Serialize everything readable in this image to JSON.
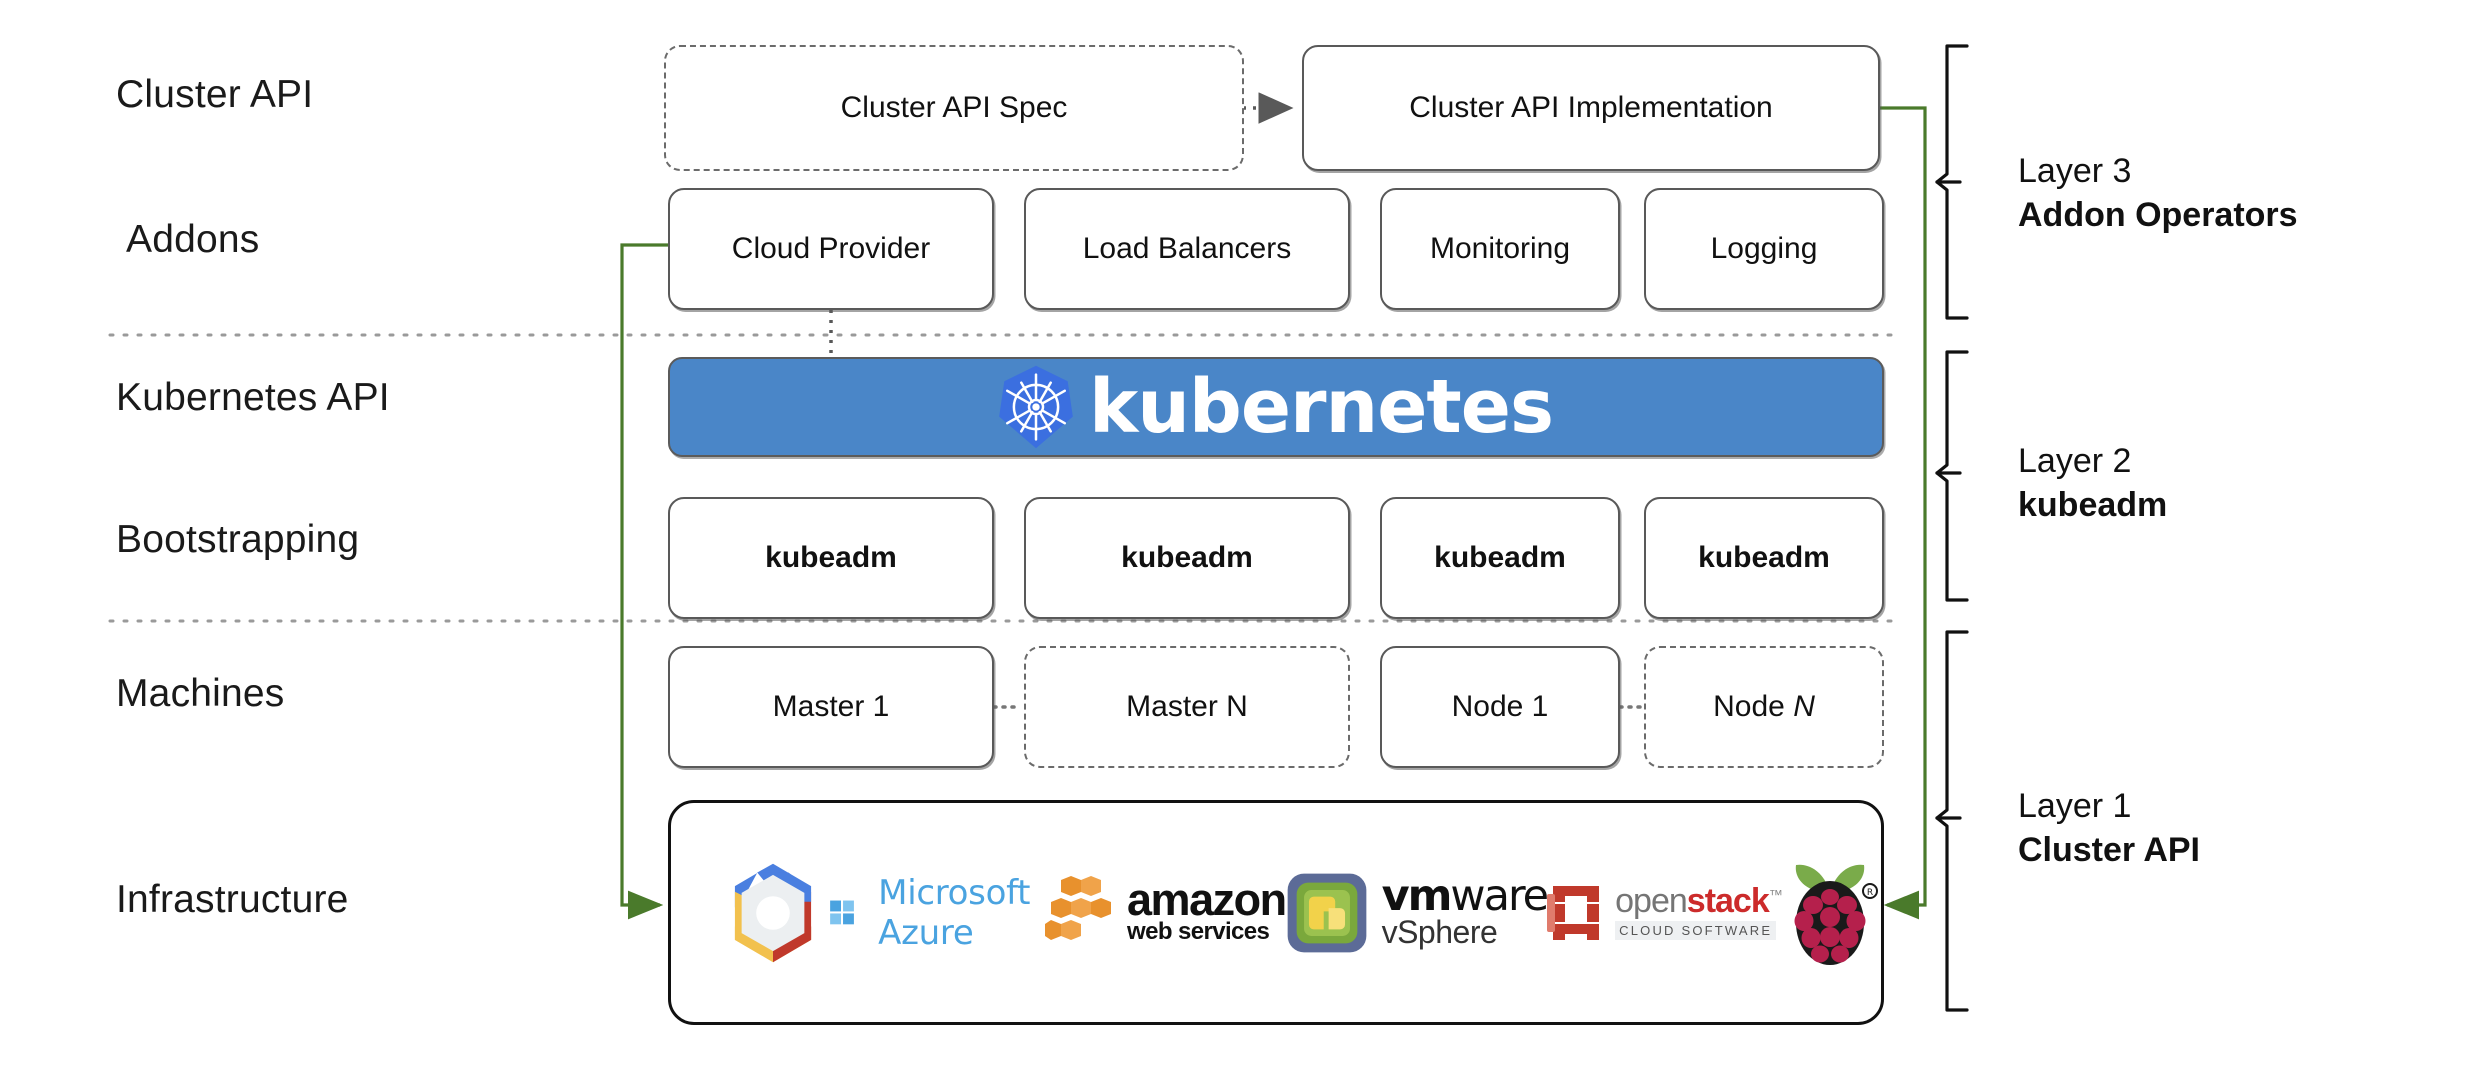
{
  "diagram": {
    "title": "Kubernetes Cluster API layered architecture",
    "colors": {
      "kubernetes_blue": "#4a86c8",
      "kubernetes_logo_blue": "#3b6fe0",
      "arrow_green": "#4a7a2b",
      "box_border": "#595959",
      "divider": "#9a9a9a"
    }
  },
  "row_labels": [
    {
      "id": "cluster-api",
      "text": "Cluster API"
    },
    {
      "id": "addons",
      "text": "Addons"
    },
    {
      "id": "kubernetes-api",
      "text": "Kubernetes API"
    },
    {
      "id": "bootstrapping",
      "text": "Bootstrapping"
    },
    {
      "id": "machines",
      "text": "Machines"
    },
    {
      "id": "infrastructure",
      "text": "Infrastructure"
    }
  ],
  "cluster_api_row": [
    {
      "id": "cluster-api-spec",
      "label": "Cluster API Spec",
      "style": "dashed"
    },
    {
      "id": "cluster-api-implementation",
      "label": "Cluster API Implementation",
      "style": "solid"
    }
  ],
  "addons_row": [
    {
      "id": "cloud-provider",
      "label": "Cloud Provider"
    },
    {
      "id": "load-balancers",
      "label": "Load Balancers"
    },
    {
      "id": "monitoring",
      "label": "Monitoring"
    },
    {
      "id": "logging",
      "label": "Logging"
    }
  ],
  "kubernetes_banner": {
    "wordmark": "kubernetes",
    "logo_name": "kubernetes-helm-wheel-logo"
  },
  "bootstrapping_row": [
    {
      "id": "kubeadm-1",
      "label": "kubeadm"
    },
    {
      "id": "kubeadm-2",
      "label": "kubeadm"
    },
    {
      "id": "kubeadm-3",
      "label": "kubeadm"
    },
    {
      "id": "kubeadm-4",
      "label": "kubeadm"
    }
  ],
  "machines_row": [
    {
      "id": "master-1",
      "label": "Master 1",
      "style": "solid"
    },
    {
      "id": "master-n",
      "label": "Master N",
      "style": "dashed"
    },
    {
      "id": "node-1",
      "label": "Node 1",
      "style": "solid"
    },
    {
      "id": "node-n",
      "label": "Node N",
      "style": "dashed",
      "italic_suffix": "N",
      "prefix": "Node "
    }
  ],
  "infrastructure_logos": [
    {
      "id": "google-cloud",
      "name": "google-cloud-logo",
      "text": ""
    },
    {
      "id": "azure",
      "name": "microsoft-azure-logo",
      "text": "Microsoft Azure"
    },
    {
      "id": "aws",
      "name": "amazon-web-services-logo",
      "text": "amazon",
      "subtext": "web services"
    },
    {
      "id": "vmware",
      "name": "vmware-vsphere-logo",
      "text": "vmware",
      "subtext": "vSphere"
    },
    {
      "id": "openstack",
      "name": "openstack-logo",
      "text_open": "open",
      "text_stack": "stack",
      "subtext": "CLOUD SOFTWARE"
    },
    {
      "id": "raspberry-pi",
      "name": "raspberry-pi-logo",
      "text": ""
    }
  ],
  "layers": [
    {
      "id": "layer-3",
      "number": "Layer 3",
      "name": "Addon Operators"
    },
    {
      "id": "layer-2",
      "number": "Layer 2",
      "name": "kubeadm"
    },
    {
      "id": "layer-1",
      "number": "Layer 1",
      "name": "Cluster API"
    }
  ]
}
